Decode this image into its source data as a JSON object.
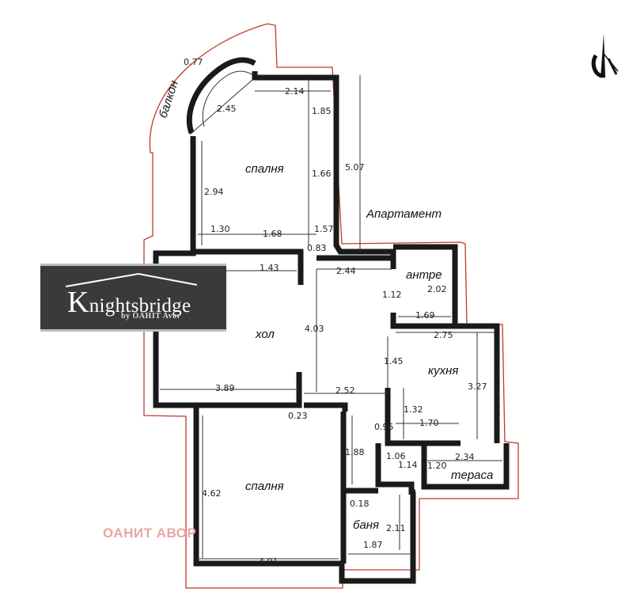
{
  "logo": {
    "brand_initial": "K",
    "brand_rest": "nightsbridge",
    "tagline": "by OAHIT Avor"
  },
  "watermark": "ОАНИТ АВОР",
  "plan_label": "Апартамент",
  "rooms": {
    "balcony": "балкон",
    "bedroom_top": "спалня",
    "antre": "антре",
    "hall": "хол",
    "kitchen": "кухня",
    "terrace": "тераса",
    "bedroom_bottom": "спалня",
    "bath": "баня"
  },
  "dimensions": {
    "d077": "0.77",
    "d245": "2.45",
    "d214": "2.14",
    "d185": "1.85",
    "d166": "1.66",
    "d507": "5.07",
    "d294": "2.94",
    "d130": "1.30",
    "d168": "1.68",
    "d157": "1.57",
    "d083": "0.83",
    "d143": "1.43",
    "d244": "2.44",
    "d202": "2.02",
    "d112": "1.12",
    "d169": "1.69",
    "d403": "4.03",
    "d275": "2.75",
    "d145": "1.45",
    "d327": "3.27",
    "d389": "3.89",
    "d252": "2.52",
    "d132": "1.32",
    "d023": "0.23",
    "d095": "0.95",
    "d170": "1.70",
    "d188": "1.88",
    "d106": "1.06",
    "d114": "1.14",
    "d234": "2.34",
    "d120": "1.20",
    "d462": "4.62",
    "d018": "0.18",
    "d211": "2.11",
    "d187": "1.87",
    "d401": "4.01"
  }
}
